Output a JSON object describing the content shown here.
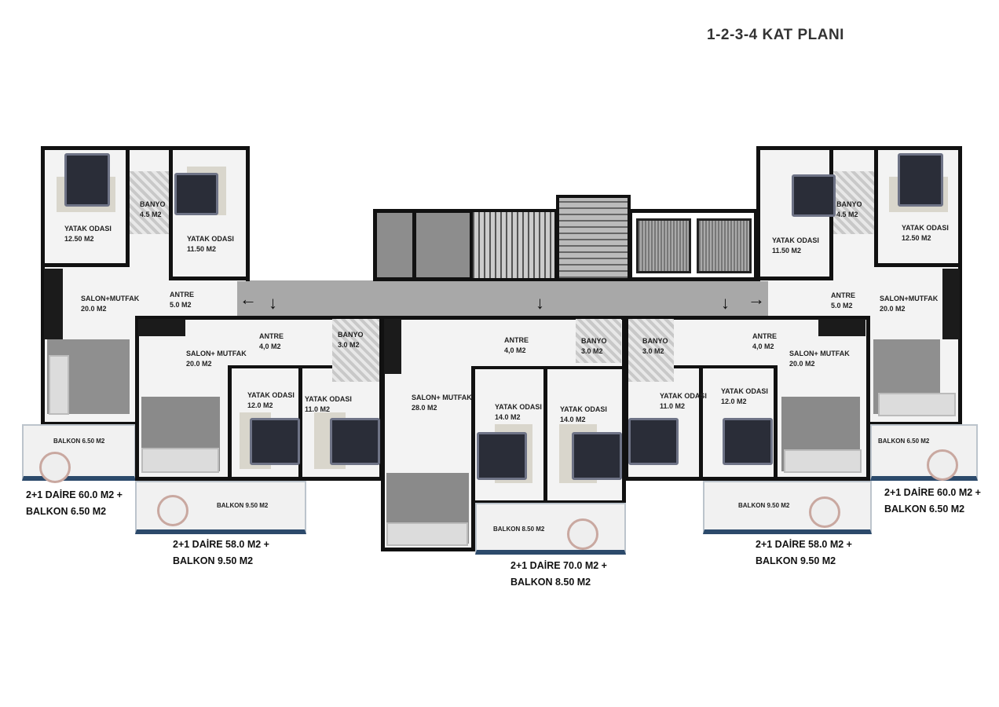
{
  "title": "1-2-3-4 KAT PLANI",
  "units": {
    "west": {
      "bedroom1": {
        "name": "YATAK ODASI",
        "area": "12.50 M2"
      },
      "bath": {
        "name": "BANYO",
        "area": "4.5 M2"
      },
      "bedroom2": {
        "name": "YATAK ODASI",
        "area": "11.50 M2"
      },
      "hall": {
        "name": "ANTRE",
        "area": "5.0 M2"
      },
      "living": {
        "name": "SALON+MUTFAK",
        "area": "20.0 M2"
      },
      "balcony": "BALKON 6.50 M2",
      "summary": [
        "2+1 DAİRE 60.0 M2 +",
        "BALKON 6.50 M2"
      ]
    },
    "west_inner": {
      "hall": {
        "name": "ANTRE",
        "area": "4,0 M2"
      },
      "living": {
        "name": "SALON+ MUTFAK",
        "area": "20.0 M2"
      },
      "bath": {
        "name": "BANYO",
        "area": "3.0 M2"
      },
      "bedroom1": {
        "name": "YATAK ODASI",
        "area": "12.0 M2"
      },
      "bedroom2": {
        "name": "YATAK ODASI",
        "area": "11.0 M2"
      },
      "balcony": "BALKON 9.50 M2",
      "summary": [
        "2+1 DAİRE 58.0 M2 +",
        "BALKON  9.50 M2"
      ]
    },
    "center": {
      "hall": {
        "name": "ANTRE",
        "area": "4,0 M2"
      },
      "living": {
        "name": "SALON+ MUTFAK",
        "area": "28.0 M2"
      },
      "bath": {
        "name": "BANYO",
        "area": "3.0 M2"
      },
      "bedroom1": {
        "name": "YATAK ODASI",
        "area": "14.0 M2"
      },
      "bedroom2": {
        "name": "YATAK ODASI",
        "area": "14.0 M2"
      },
      "balcony": "BALKON 8.50 M2",
      "summary": [
        "2+1 DAİRE 70.0 M2 +",
        "BALKON 8.50 M2"
      ]
    },
    "east_inner": {
      "hall": {
        "name": "ANTRE",
        "area": "4,0 M2"
      },
      "living": {
        "name": "SALON+ MUTFAK",
        "area": "20.0 M2"
      },
      "bath": {
        "name": "BANYO",
        "area": "3.0 M2"
      },
      "bedroom1": {
        "name": "YATAK ODASI",
        "area": "12.0 M2"
      },
      "bedroom2": {
        "name": "YATAK ODASI",
        "area": "11.0 M2"
      },
      "balcony": "BALKON 9.50 M2",
      "summary": [
        "2+1 DAİRE 58.0 M2 +",
        "BALKON  9.50 M2"
      ]
    },
    "east": {
      "bedroom1": {
        "name": "YATAK ODASI",
        "area": "12.50 M2"
      },
      "bath": {
        "name": "BANYO",
        "area": "4.5 M2"
      },
      "bedroom2": {
        "name": "YATAK ODASI",
        "area": "11.50 M2"
      },
      "hall": {
        "name": "ANTRE",
        "area": "5.0 M2"
      },
      "living": {
        "name": "SALON+MUTFAK",
        "area": "20.0 M2"
      },
      "balcony": "BALKON 6.50 M2",
      "summary": [
        "2+1 DAİRE 60.0 M2 +",
        "BALKON 6.50 M2"
      ]
    }
  },
  "icons": {
    "arrow_left": "←",
    "arrow_right": "→",
    "arrow_down": "↓"
  }
}
